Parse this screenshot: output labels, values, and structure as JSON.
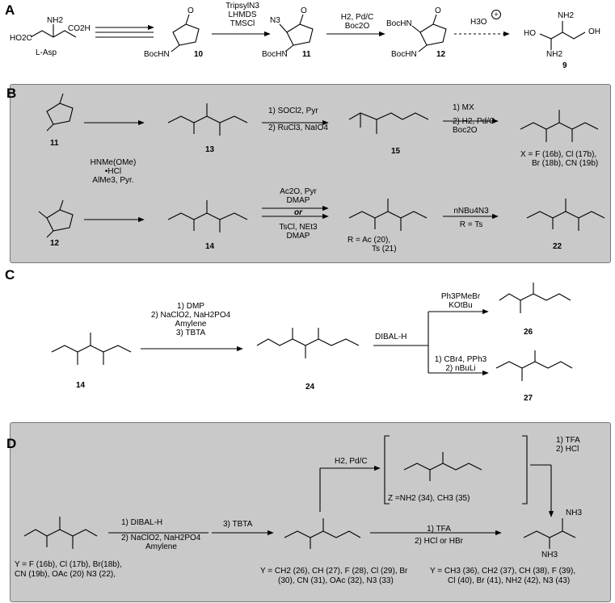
{
  "panels": {
    "A": "A",
    "B": "B",
    "C": "C",
    "D": "D"
  },
  "A": {
    "asp_label": "L-Asp",
    "nh2": "NH2",
    "ho2c": "HO2C",
    "co2h": "CO2H",
    "c10": "10",
    "c11": "11",
    "c12": "12",
    "c9": "9",
    "bochn": "BocHN",
    "n3": "N3",
    "o": "O",
    "ho": "HO",
    "oh": "OH",
    "r1": [
      "TripsylN3",
      "LHMDS",
      "TMSCl"
    ],
    "r2": [
      "H2, Pd/C",
      "Boc2O"
    ],
    "r3": "H3O"
  },
  "B": {
    "left_reagent": [
      "HNMe(OMe)",
      "•HCl",
      "AlMe3, Pyr."
    ],
    "step13_15": [
      "1) SOCl2, Pyr",
      "2) RuCl3, NaIO4"
    ],
    "step15_16": [
      "1) MX",
      "2) H2, Pd/C",
      "Boc2O"
    ],
    "x_list": [
      "X = F (16b), Cl (17b),",
      "Br (18b), CN (19b)"
    ],
    "step14_20": [
      "Ac2O, Pyr",
      "DMAP"
    ],
    "or": "or",
    "step14_21": [
      "TsCl, NEt3",
      "DMAP"
    ],
    "r_list": [
      "R = Ac (20),",
      "Ts (21)"
    ],
    "step_22": [
      "nNBu4N3",
      "R = Ts"
    ],
    "labels": {
      "c11": "11",
      "c12": "12",
      "c13": "13",
      "c14": "14",
      "c15": "15",
      "c22": "22"
    }
  },
  "C": {
    "oxid": [
      "1) DMP",
      "2) NaClO2, NaH2PO4",
      "Amylene",
      "3) TBTA"
    ],
    "dibal": "DIBAL-H",
    "wittig": [
      "Ph3PMeBr",
      "KOtBu"
    ],
    "alkyne": [
      "1) CBr4, PPh3",
      "2) nBuLi"
    ],
    "labels": {
      "c14": "14",
      "c24": "24",
      "c26": "26",
      "c27": "27"
    }
  },
  "D": {
    "y_list": [
      "Y = F (16b), Cl (17b), Br(18b),",
      "CN (19b), OAc (20) N3 (22),"
    ],
    "step1": [
      "1) DIBAL-H",
      "2) NaClO2, NaH2PO4",
      "Amylene"
    ],
    "step2": "3) TBTA",
    "hydrog": "H2, Pd/C",
    "z_list": "Z =NH2 (34), CH3 (35)",
    "tfa_hcl": [
      "1) TFA",
      "2) HCl"
    ],
    "tfa_hx": [
      "1) TFA",
      "2) HCl or HBr"
    ],
    "mid_list": [
      "Y = CH2 (26), CH (27), F (28), Cl (29), Br",
      "(30), CN (31), OAc (32), N3 (33)"
    ],
    "right_list": [
      "Y = CH3 (36), CH2 (37), CH (38), F (39),",
      "Cl (40), Br (41), NH2 (42), N3 (43)"
    ],
    "nh3": "NH3"
  }
}
